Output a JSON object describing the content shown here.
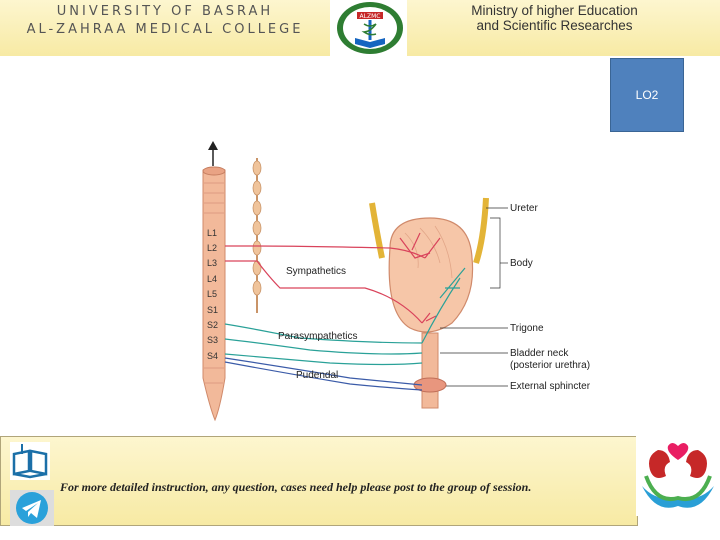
{
  "header": {
    "university_line1": "UNIVERSITY OF BASRAH",
    "university_line2": "AL-ZAHRAA MEDICAL COLLEGE",
    "logo_text": "ALZMC",
    "ministry_line1": "Ministry of higher Education",
    "ministry_line2": "and Scientific Researches"
  },
  "lo_badge": {
    "label": "LO2"
  },
  "diagram": {
    "spinal_levels": [
      "L1",
      "L2",
      "L3",
      "L4",
      "L5",
      "S1",
      "S2",
      "S3",
      "S4"
    ],
    "nerve_labels": {
      "sympathetics": "Sympathetics",
      "parasympathetics": "Parasympathetics",
      "pudendal": "Pudendal"
    },
    "structure_labels": {
      "ureter": "Ureter",
      "body": "Body",
      "trigone": "Trigone",
      "bladder_neck_line1": "Bladder neck",
      "bladder_neck_line2": "(posterior urethra)",
      "external_sphincter": "External sphincter"
    }
  },
  "footer": {
    "text": "For more detailed instruction, any question, cases need help please post to the group of session."
  },
  "colors": {
    "banner": "#f7eaa4",
    "lo_box": "#4f81bd",
    "sympathetic": "#d9435b",
    "parasympathetic": "#2aa198",
    "pudendal": "#3b5ba8"
  }
}
